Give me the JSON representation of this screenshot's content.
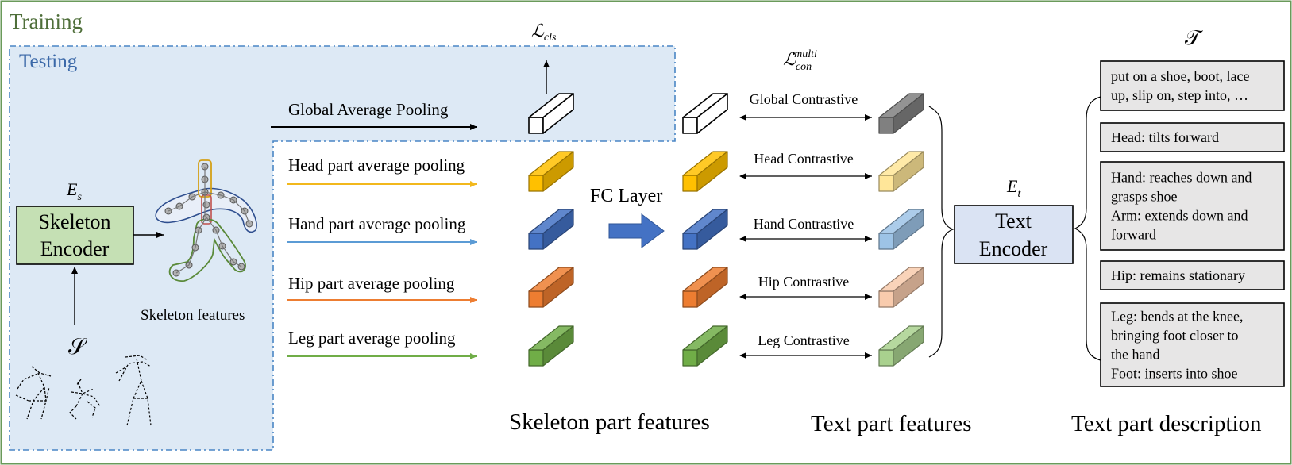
{
  "frame": {
    "training_label": "Training",
    "testing_label": "Testing"
  },
  "math": {
    "loss_cls_main": "ℒ",
    "loss_cls_sub": "cls",
    "loss_con_main": "ℒ",
    "loss_con_sub": "con",
    "loss_con_sup": "multi",
    "es_main": "E",
    "es_sub": "s",
    "et_main": "E",
    "et_sub": "t",
    "s_symbol": "𝒮",
    "t_symbol": "𝒯"
  },
  "encoders": {
    "skeleton": [
      "Skeleton",
      "Encoder"
    ],
    "text": [
      "Text",
      "Encoder"
    ]
  },
  "labels": {
    "skeleton_features": "Skeleton features",
    "fc_layer": "FC Layer"
  },
  "pooling": [
    {
      "label": "Global Average Pooling",
      "color": "#000000"
    },
    {
      "label": "Head part average pooling",
      "color": "#f2b81c"
    },
    {
      "label": "Hand part average pooling",
      "color": "#5b9bd5"
    },
    {
      "label": "Hip part average pooling",
      "color": "#ed7d31"
    },
    {
      "label": "Leg part average pooling",
      "color": "#70ad47"
    }
  ],
  "contrastive": [
    "Global Contrastive",
    "Head Contrastive",
    "Hand Contrastive",
    "Hip Contrastive",
    "Leg Contrastive"
  ],
  "cube_colors": {
    "global": "#ffffff",
    "head": "#ffc000",
    "hand": "#4472c4",
    "hip": "#ed7d31",
    "leg": "#70ad47",
    "text_global": "#808080",
    "text_head": "#ffe699",
    "text_hand": "#9dc3e6",
    "text_hip": "#f8cbad",
    "text_leg": "#a9d18e"
  },
  "colors": {
    "training_border": "#6a9a5a",
    "training_label": "#4f6f3a",
    "testing_border": "#4a86c5",
    "testing_fill": "#dde9f5",
    "testing_label": "#3a68a8",
    "skeleton_encoder_fill": "#c5e0b4",
    "text_encoder_fill": "#dae3f3",
    "desc_fill": "#e7e6e6"
  },
  "descriptions": [
    [
      "put on a shoe, boot, lace",
      "up, slip on, step into, …"
    ],
    [
      "Head: tilts forward"
    ],
    [
      "Hand: reaches down and",
      "grasps shoe",
      "Arm: extends down and",
      "forward"
    ],
    [
      "Hip: remains stationary"
    ],
    [
      "Leg: bends at the knee,",
      "bringing foot closer to",
      "the hand",
      "Foot: inserts into shoe"
    ]
  ],
  "bottom_captions": [
    "Skeleton part features",
    "Text part features",
    "Text part description"
  ]
}
